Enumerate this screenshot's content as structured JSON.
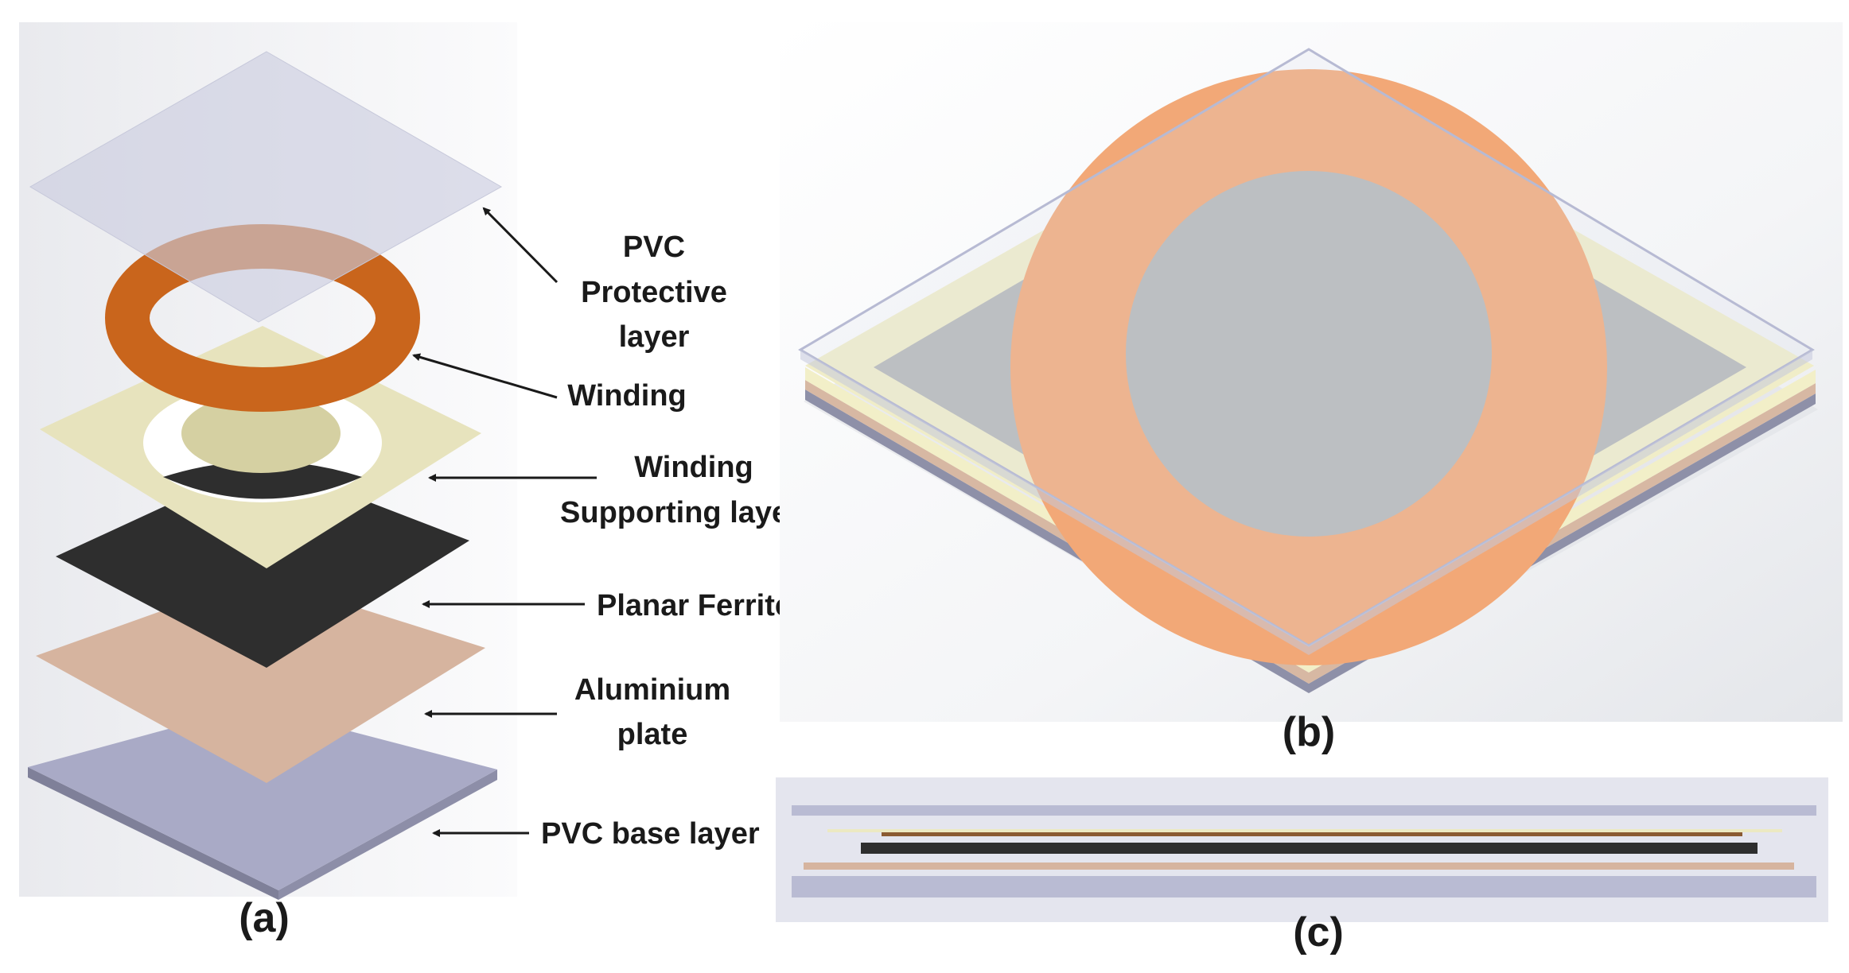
{
  "panel_a": {
    "caption": "(a)",
    "labels": {
      "pvc_protective": [
        "PVC",
        "Protective",
        "layer"
      ],
      "winding": "Winding",
      "winding_support": [
        "Winding",
        "Supporting layer"
      ],
      "planar_ferrite": "Planar Ferrite",
      "aluminium": [
        "Aluminium",
        "plate"
      ],
      "pvc_base": "PVC base layer"
    }
  },
  "panel_b": {
    "caption": "(b)"
  },
  "panel_c": {
    "caption": "(c)"
  },
  "colors": {
    "pvc_protective": "#d4d6e6",
    "winding": "#c9651c",
    "winding_support": "#e7e3bd",
    "ferrite": "#2e2e2e",
    "aluminium": "#d6b49f",
    "pvc_base": "#a9aac6",
    "coil_b": "#f2a877",
    "plate_grey": "#b4b6b6"
  }
}
